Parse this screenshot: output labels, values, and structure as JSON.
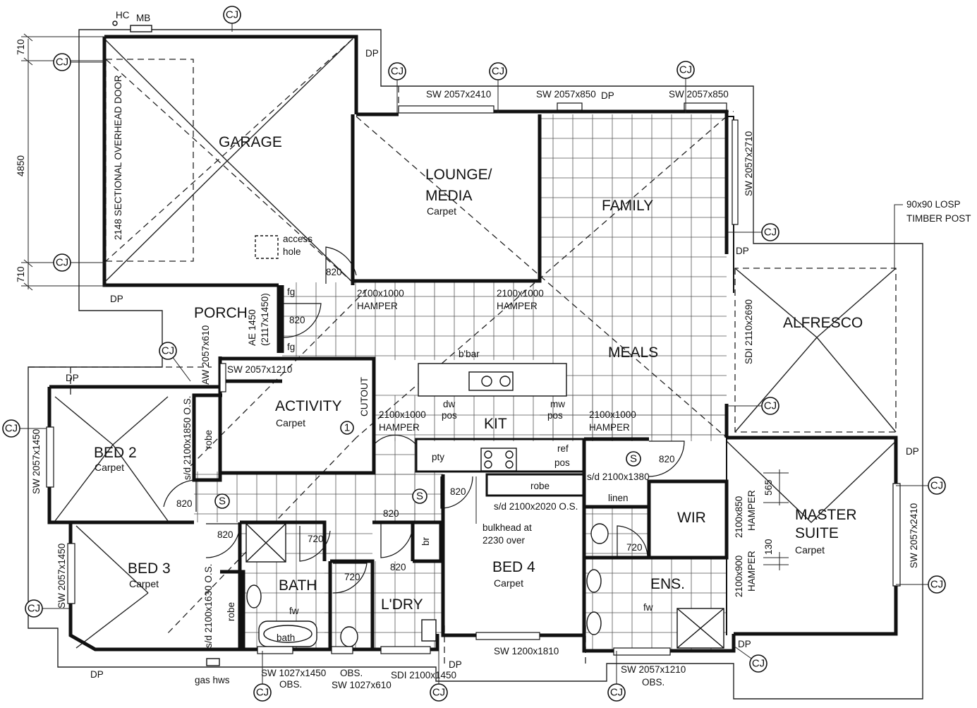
{
  "rooms": {
    "garage": "GARAGE",
    "lounge_line1": "LOUNGE/",
    "lounge_line2": "MEDIA",
    "lounge_floor": "Carpet",
    "family": "FAMILY",
    "alfresco": "ALFRESCO",
    "porch": "PORCH",
    "activity": "ACTIVITY",
    "activity_floor": "Carpet",
    "meals": "MEALS",
    "kit": "KIT",
    "bed2": "BED 2",
    "bed2_floor": "Carpet",
    "bed3": "BED 3",
    "bed3_floor": "Carpet",
    "bed4": "BED 4",
    "bed4_floor": "Carpet",
    "bath": "BATH",
    "laundry": "L'DRY",
    "ens": "ENS.",
    "wir": "WIR",
    "master_line1": "MASTER",
    "master_line2": "SUITE",
    "master_floor": "Carpet"
  },
  "labels": {
    "hc": "HC",
    "mb": "MB",
    "garage_door": "2148 SECTIONAL OVERHEAD DOOR",
    "access_hole_1": "access",
    "access_hole_2": "hole",
    "sw_2057x2410_top": "SW 2057x2410",
    "sw_2057x850_a": "SW 2057x850",
    "sw_2057x850_b": "SW 2057x850",
    "sw_2057x2710": "SW 2057x2710",
    "losp_1": "90x90 LOSP",
    "losp_2": "TIMBER POST",
    "hamper_a_1": "2100x1000",
    "hamper_a_2": "HAMPER",
    "hamper_b_1": "2100x1000",
    "hamper_b_2": "HAMPER",
    "hamper_c_1": "2100x1000",
    "hamper_c_2": "HAMPER",
    "hamper_d_1": "2100x1000",
    "hamper_d_2": "HAMPER",
    "sdi_2110x2690": "SDI 2110x2690",
    "ae_1450": "AE 1450",
    "ae_2117": "(2117x1450)",
    "porch_window": "AW 2057x610",
    "sw_2057x1210": "SW 2057x1210",
    "cutout": "CUTOUT",
    "bbar": "b'bar",
    "dw_1": "dw",
    "dw_2": "pos",
    "mw_1": "mw",
    "mw_2": "pos",
    "ref_1": "ref",
    "ref_2": "pos",
    "pty": "pty",
    "robe_bed2": "robe",
    "robe_bed3": "robe",
    "robe_bed4": "robe",
    "sd_2100x1850": "s/d 2100x1850 O.S.",
    "sd_2100x1630": "s/d 2100x1630 O.S.",
    "sd_2100x2020": "s/d 2100x2020 O.S.",
    "sd_2100x1380": "s/d 2100x1380",
    "linen": "linen",
    "bulkhead_1": "bulkhead at",
    "bulkhead_2": "2230 over",
    "hamper_850_1": "2100x850",
    "hamper_850_2": "HAMPER",
    "hamper_900_1": "2100x900",
    "hamper_900_2": "HAMPER",
    "sw_2057x2410_right": "SW 2057x2410",
    "sw_2057x1450_bed2": "SW 2057x1450",
    "sw_2057x1450_bed3": "SW 2057x1450",
    "sw_1200x1810": "SW 1200x1810",
    "sw_1027x1450_1": "SW 1027x1450",
    "sw_1027x1450_2": "OBS.",
    "obs_1": "OBS.",
    "obs_2": "SW 1027x610",
    "sdi_2100x1450": "SDI 2100x1450",
    "sw_2057x1210_1": "SW 2057x1210",
    "sw_2057x1210_2": "OBS.",
    "gas_hws": "gas hws",
    "bath_fixture": "bath",
    "fw_bath": "fw",
    "fw_ens": "fw",
    "br": "br",
    "switch_s": "S",
    "marker_1": "1",
    "dp": "DP",
    "cj": "CJ",
    "fg": "fg"
  },
  "door_sizes": {
    "garage": "820",
    "porch": "820",
    "bed2": "820",
    "hall_bed3": "820",
    "hall": "820",
    "laundry": "820",
    "bed4": "820",
    "master": "820",
    "bath": "720",
    "wc": "720",
    "ens": "720"
  },
  "dimensions": {
    "d710_top": "710",
    "d4850": "4850",
    "d710_bottom": "710",
    "d565": "565",
    "d130": "130"
  }
}
